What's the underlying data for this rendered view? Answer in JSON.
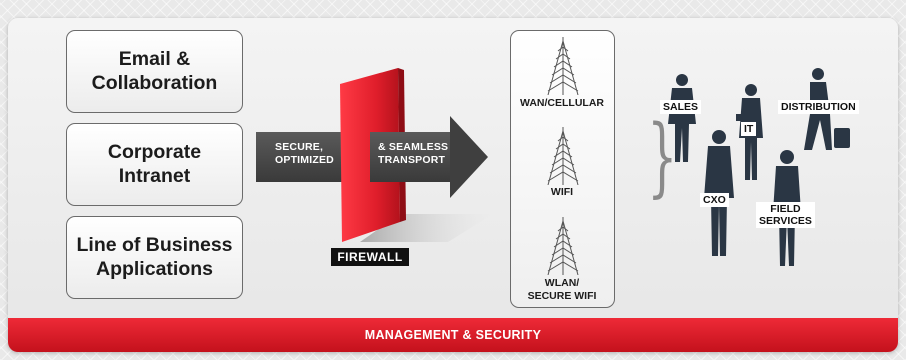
{
  "applications": [
    {
      "label": "Email &\nCollaboration"
    },
    {
      "label": "Corporate\nIntranet"
    },
    {
      "label": "Line of Business\nApplications"
    }
  ],
  "transport": {
    "left_label": "SECURE,\nOPTIMIZED",
    "right_label": "& SEAMLESS\nTRANSPORT",
    "firewall_label": "FIREWALL"
  },
  "networks": [
    {
      "label": "WAN/CELLULAR",
      "icon": "antenna-tower-icon"
    },
    {
      "label": "WIFI",
      "icon": "antenna-tower-icon"
    },
    {
      "label": "WLAN/\nSECURE WIFI",
      "icon": "antenna-tower-icon"
    }
  ],
  "roles": [
    {
      "label": "SALES"
    },
    {
      "label": "IT"
    },
    {
      "label": "DISTRIBUTION"
    },
    {
      "label": "CXO"
    },
    {
      "label": "FIELD\nSERVICES"
    }
  ],
  "footer": {
    "label": "MANAGEMENT & SECURITY"
  },
  "colors": {
    "brand_red": "#e01e2b",
    "dark_gray": "#4a4a4a",
    "silhouette": "#2a3644"
  }
}
